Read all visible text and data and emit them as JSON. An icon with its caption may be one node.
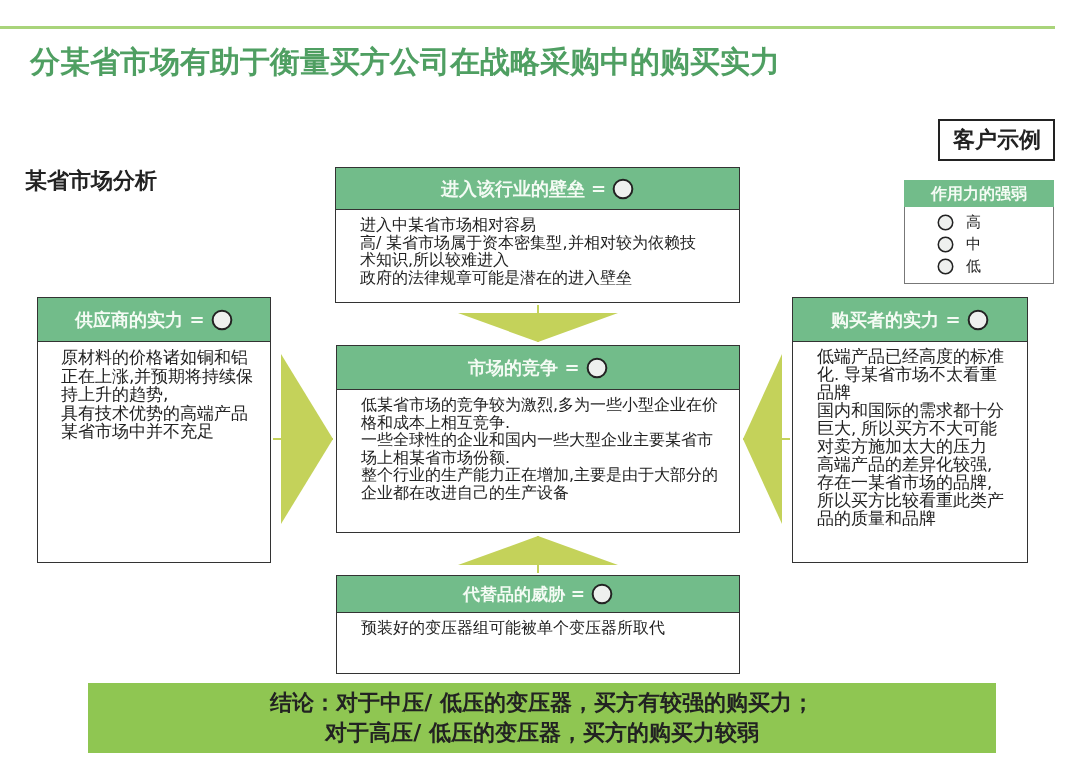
{
  "diagram": {
    "title": "分某省市场有助于衡量买方公司在战略采购中的购买实力",
    "nodes": [
      {
        "text": [
          "进入该行业的壁垒 =",
          "进入中某省市场相对容易",
          "高/ 某省市场属于资本密集型,并相对较为依赖技术知识,所以较难进入",
          "政府的法律规章可能是潜在的进入壁垒"
        ]
      },
      {
        "text": [
          "供应商的实力 =",
          "原材料的价格诸如铜和铝正在上涨,并预期将持续保持上升的趋势,",
          "具有技术优势的高端产品某省市场中并不充足"
        ]
      },
      {
        "text": [
          "市场的竞争 =",
          "低某省市场的竞争较为激烈,多为一些小型企业在价格和成本上相互竞争.",
          "一些全球性的企业和国内一些大型企业主要某省市场上相某省市场份额.",
          "整个行业的生产能力正在增加,主要是由于大部分的企业都在改进自己的生产设备"
        ]
      },
      {
        "text": [
          "购买者的实力 =",
          "低端产品已经高度的标准化. 导某省市场不太看重品牌",
          "国内和国际的需求都十分巨大, 所以买方不大可能对卖方施加太大的压力",
          "高端产品的差异化较强, 存在一某省市场的品牌, 所以买方比较看重此类产品的质量和品牌"
        ]
      },
      {
        "text": [
          "代替品的威胁 =",
          "预装好的变压器组可能被单个变压器所取代"
        ]
      },
      {
        "text": [
          "结论：对于中压/ 低压的变压器，买方有较强的购买力；",
          "对于高压/ 低压的变压器，买方的购买力较弱"
        ]
      }
    ],
    "edges": [
      {
        "from": 0,
        "to": 2,
        "arrow": "to"
      },
      {
        "from": 1,
        "to": 2,
        "arrow": "to"
      },
      {
        "from": 3,
        "to": 2,
        "arrow": "to"
      },
      {
        "from": 4,
        "to": 2,
        "arrow": "to"
      }
    ],
    "labels": [
      "客户示例",
      "某省市场分析",
      "作用力的强弱"
    ],
    "legend": [
      {
        "text": "高"
      },
      {
        "text": "中"
      },
      {
        "text": "低"
      }
    ]
  }
}
